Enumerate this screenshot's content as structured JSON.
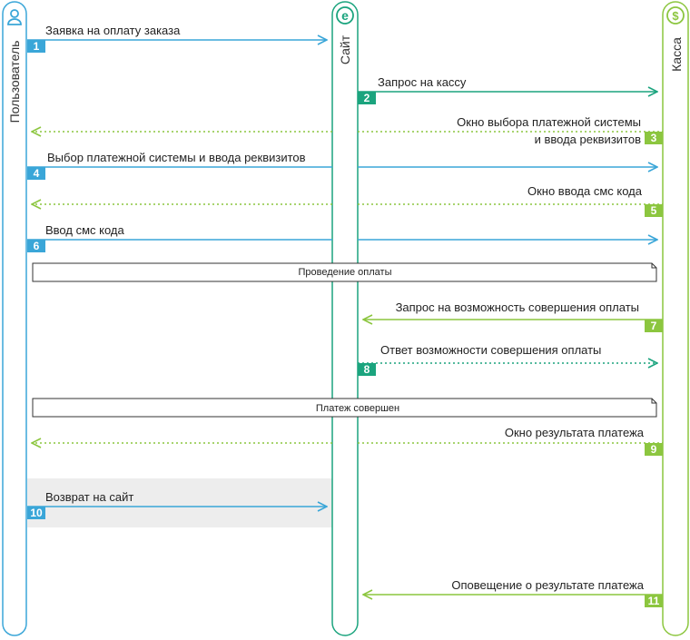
{
  "lanes": {
    "user": {
      "title": "Пользователь",
      "icon": "user-icon",
      "color": "#3aa6d8"
    },
    "site": {
      "title": "Сайт",
      "icon": "site-e-icon",
      "color": "#1ba47e"
    },
    "cashbox": {
      "title": "Касса",
      "icon": "dollar-icon",
      "color": "#8cc63f"
    }
  },
  "steps": [
    {
      "num": "1",
      "text": "Заявка на оплату заказа"
    },
    {
      "num": "2",
      "text": "Запрос на кассу"
    },
    {
      "num": "3",
      "text": "Окно выбора платежной системы",
      "text2": "и ввода реквизитов"
    },
    {
      "num": "4",
      "text": "Выбор платежной системы и ввода реквизитов"
    },
    {
      "num": "5",
      "text": "Окно ввода смс кода"
    },
    {
      "num": "6",
      "text": "Ввод смс кода"
    },
    {
      "num": "7",
      "text": "Запрос на возможность совершения оплаты"
    },
    {
      "num": "8",
      "text": "Ответ возможности совершения оплаты"
    },
    {
      "num": "9",
      "text": "Окно результата платежа"
    },
    {
      "num": "10",
      "text": "Возврат на сайт"
    },
    {
      "num": "11",
      "text": "Оповещение о результате платежа"
    }
  ],
  "notes": [
    {
      "text": "Проведение оплаты"
    },
    {
      "text": "Платеж совершен"
    }
  ]
}
